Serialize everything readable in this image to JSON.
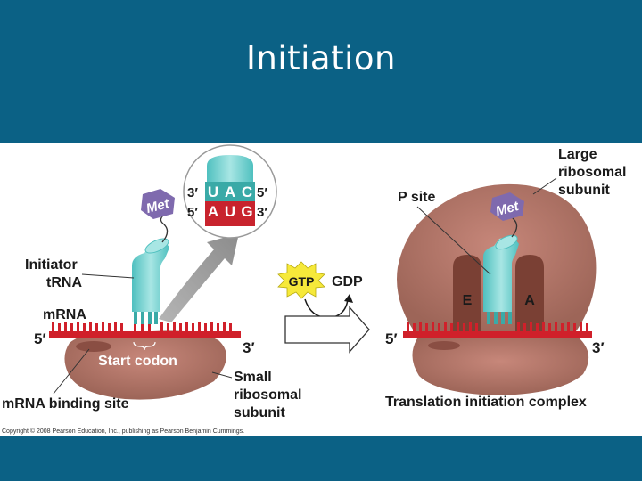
{
  "slide": {
    "title": "Initiation"
  },
  "diagram": {
    "left": {
      "met_label": "Met",
      "initiator_trna_line1": "Initiator",
      "initiator_trna_line2": "tRNA",
      "mrna_label": "mRNA",
      "five_prime": "5′",
      "three_prime": "3′",
      "start_codon_label": "Start codon",
      "mrna_binding_site_label": "mRNA binding site",
      "small_subunit_line1": "Small",
      "small_subunit_line2": "ribosomal",
      "small_subunit_line3": "subunit"
    },
    "inset": {
      "top_3prime": "3′",
      "top_5prime": "5′",
      "bottom_5prime": "5′",
      "bottom_3prime": "3′",
      "anticodon": [
        "U",
        "A",
        "C"
      ],
      "codon": [
        "A",
        "U",
        "G"
      ]
    },
    "transition": {
      "gtp_label": "GTP",
      "gdp_label": "GDP"
    },
    "right": {
      "p_site_label": "P site",
      "large_subunit_line1": "Large",
      "large_subunit_line2": "ribosomal",
      "large_subunit_line3": "subunit",
      "met_label": "Met",
      "e_site": "E",
      "a_site": "A",
      "five_prime": "5′",
      "three_prime": "3′",
      "complex_label": "Translation initiation complex"
    },
    "copyright": "Copyright © 2008 Pearson Education, Inc., publishing as Pearson Benjamin Cummings.",
    "colors": {
      "mrna_red": "#d0202a",
      "trna_teal": "#6fd2d0",
      "ribosome_brown": "#b3786a",
      "met_purple": "#7f6aae",
      "gtp_yellow": "#f6e93a",
      "inset_red": "#c8232d",
      "inset_teal": "#3aaaa7"
    }
  }
}
